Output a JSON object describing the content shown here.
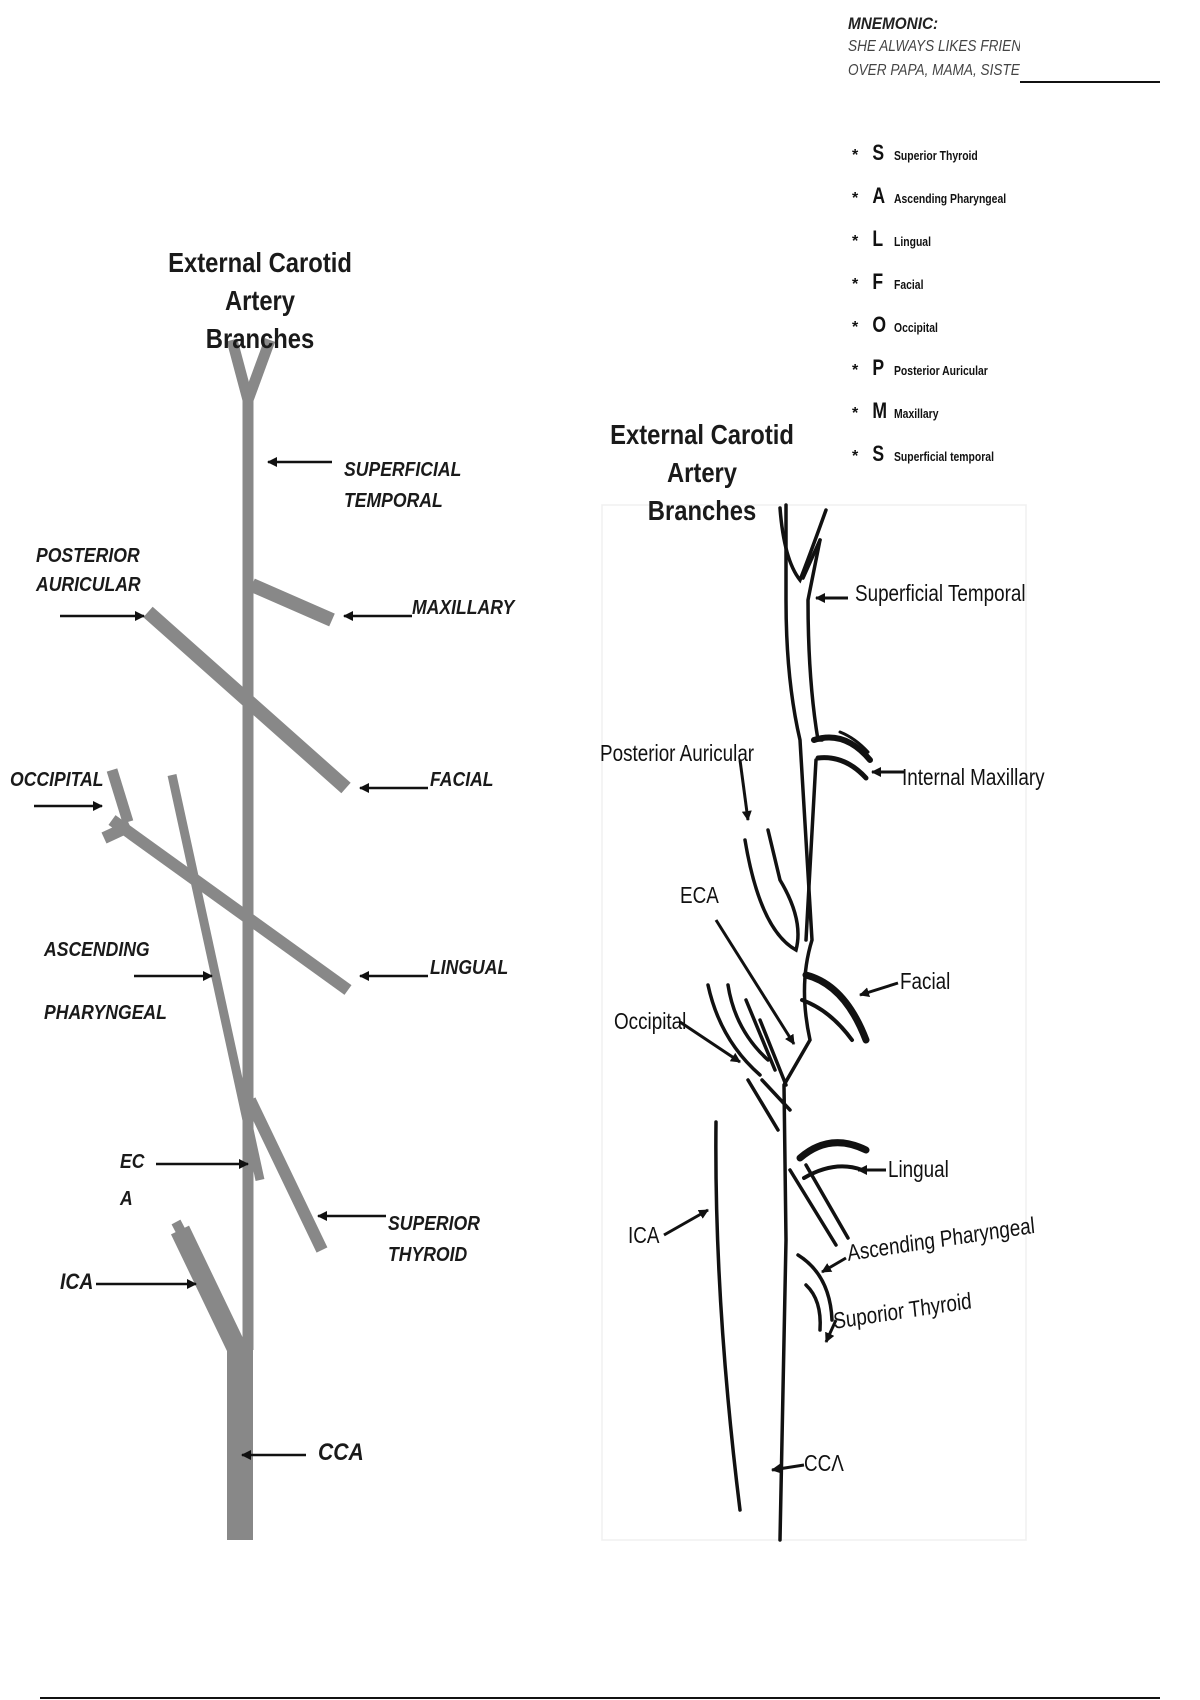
{
  "mnemonic": {
    "heading": "MNEMONIC:",
    "line1": "SHE ALWAYS LIKES FRIENDS",
    "line2": "OVER PAPA, MAMA, SISTER",
    "items": [
      {
        "letter": "S",
        "word": "Superior Thyroid"
      },
      {
        "letter": "A",
        "word": "Ascending Pharyngeal"
      },
      {
        "letter": "L",
        "word": "Lingual"
      },
      {
        "letter": "F",
        "word": "Facial"
      },
      {
        "letter": "O",
        "word": "Occipital"
      },
      {
        "letter": "P",
        "word": "Posterior Auricular"
      },
      {
        "letter": "M",
        "word": "Maxillary"
      },
      {
        "letter": "S",
        "word": "Superficial temporal"
      }
    ],
    "bullet": "*"
  },
  "left_diagram": {
    "title_line1": "External Carotid Artery",
    "title_line2": "Branches",
    "vessel_color": "#888888",
    "labels": {
      "superficial_temporal_1": "SUPERFICIAL",
      "superficial_temporal_2": "TEMPORAL",
      "posterior_auricular_1": "POSTERIOR",
      "posterior_auricular_2": "AURICULAR",
      "maxillary": "MAXILLARY",
      "occipital": "OCCIPITAL",
      "facial": "FACIAL",
      "ascending_pharyngeal_1": "ASCENDING",
      "ascending_pharyngeal_2": "PHARYNGEAL",
      "lingual": "LINGUAL",
      "eca_1": "EC",
      "eca_2": "A",
      "superior_thyroid_1": "SUPERIOR",
      "superior_thyroid_2": "THYROID",
      "ica": "ICA",
      "cca": "CCA"
    }
  },
  "right_diagram": {
    "title_line1": "External Carotid Artery",
    "title_line2": "Branches",
    "labels": {
      "superficial_temporal": "Superficial Temporal",
      "posterior_auricular": "Posterior Auricular",
      "internal_maxillary": "Internal Maxillary",
      "eca": "ECA",
      "facial": "Facial",
      "occipital": "Occipital",
      "lingual": "Lingual",
      "ica": "ICA",
      "ascending_pharyngeal": "Ascending Pharyngeal",
      "superior_thyroid": "Suporior Thyroid",
      "cca": "CCΛ"
    }
  }
}
